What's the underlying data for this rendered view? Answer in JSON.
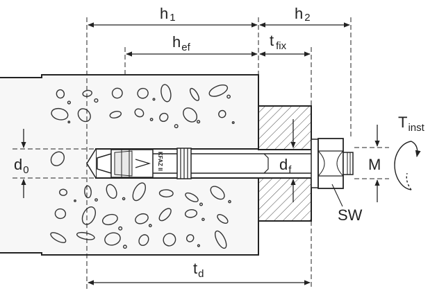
{
  "labels": {
    "h1": {
      "main": "h",
      "sub": "1"
    },
    "h2": {
      "main": "h",
      "sub": "2"
    },
    "hef": {
      "main": "h",
      "sub": "ef"
    },
    "tfix": {
      "main": "t",
      "sub": "fix"
    },
    "d0": {
      "main": "d",
      "sub": "0"
    },
    "df": {
      "main": "d",
      "sub": "f"
    },
    "tinst": {
      "main": "T",
      "sub": "inst"
    },
    "m": "M",
    "sw": "SW",
    "td": {
      "main": "t",
      "sub": "d"
    }
  },
  "bolt_marking": "KFAZ II"
}
